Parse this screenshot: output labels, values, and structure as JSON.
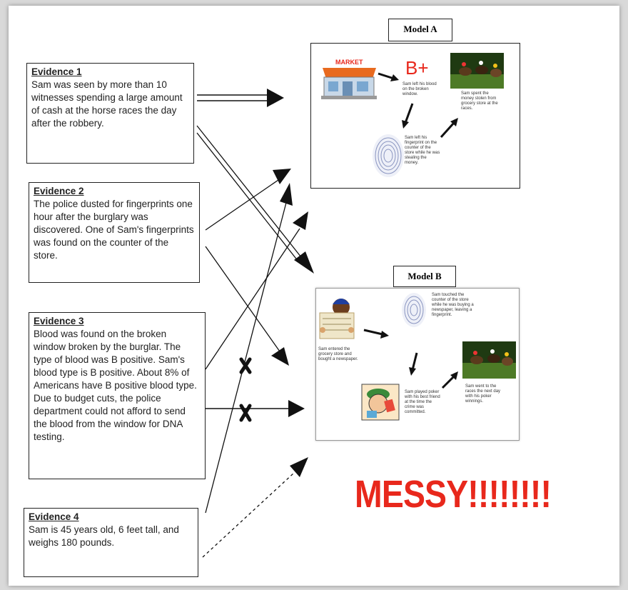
{
  "evidence": [
    {
      "title": "Evidence 1",
      "text": "Sam was seen by more than 10 witnesses spending a large amount of cash at the horse races the day after the robbery."
    },
    {
      "title": "Evidence 2",
      "text": "The police dusted for fingerprints one hour after the burglary was discovered. One of Sam's fingerprints was found on the counter of the store."
    },
    {
      "title": "Evidence 3",
      "text": "Blood was found on the broken window broken by the burglar. The type of blood was B positive. Sam's blood type is B positive.  About 8% of Americans have B positive blood type. Due to budget cuts, the police department could not afford to send the blood from the window for DNA testing."
    },
    {
      "title": "Evidence 4",
      "text": "Sam is 45 years old, 6 feet tall, and weighs 180 pounds."
    }
  ],
  "model_a": {
    "label": "Model A",
    "market_sign": "MARKET",
    "blood_type": "B+",
    "captions": {
      "blood": "Sam left his blood on the broken window.",
      "fingerprint": "Sam left his fingerprint on the counter of the store while he was stealing the money.",
      "races": "Sam spent the money stolen from grocery store at the races."
    }
  },
  "model_b": {
    "label": "Model B",
    "captions": {
      "newspaper": "Sam entered the grocery store and bought a newspaper.",
      "fingerprint": "Sam touched the counter of the store while he was buying a newspaper, leaving a fingerprint.",
      "poker": "Sam played poker with his best friend at the time the crime was committed.",
      "races": "Sam went to the races the next day with his poker winnings."
    }
  },
  "messy_text": "MESSY!!!!!!!!",
  "colors": {
    "accent_red": "#e8281c",
    "ink": "#111111"
  }
}
